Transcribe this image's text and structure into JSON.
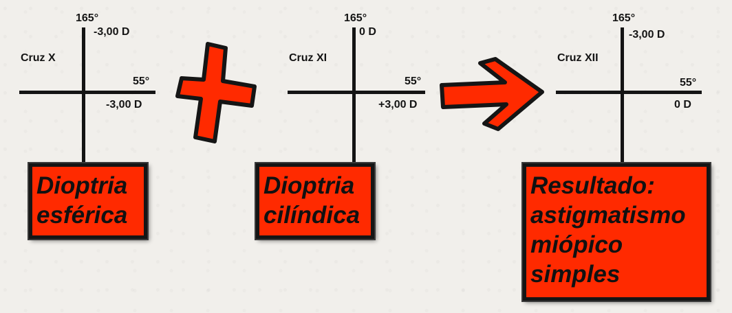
{
  "crosses": [
    {
      "name": "Cruz X",
      "top_angle": "165°",
      "top_power": "-3,00 D",
      "right_angle": "55°",
      "right_power": "-3,00 D",
      "box_lines": [
        "Dioptria",
        "esférica"
      ]
    },
    {
      "name": "Cruz XI",
      "top_angle": "165°",
      "top_power": "0 D",
      "right_angle": "55°",
      "right_power": "+3,00 D",
      "box_lines": [
        "Dioptria",
        "cilíndica"
      ]
    },
    {
      "name": "Cruz XII",
      "top_angle": "165°",
      "top_power": "-3,00 D",
      "right_angle": "55°",
      "right_power": "0 D",
      "box_lines": [
        "Resultado:",
        "astigmatismo",
        "miópico",
        "simples"
      ]
    }
  ],
  "symbols": {
    "plus": "plus-icon",
    "arrow": "arrow-right-icon"
  },
  "colors": {
    "accent": "#ff2a00",
    "ink": "#141414",
    "background": "#f1efeb"
  }
}
